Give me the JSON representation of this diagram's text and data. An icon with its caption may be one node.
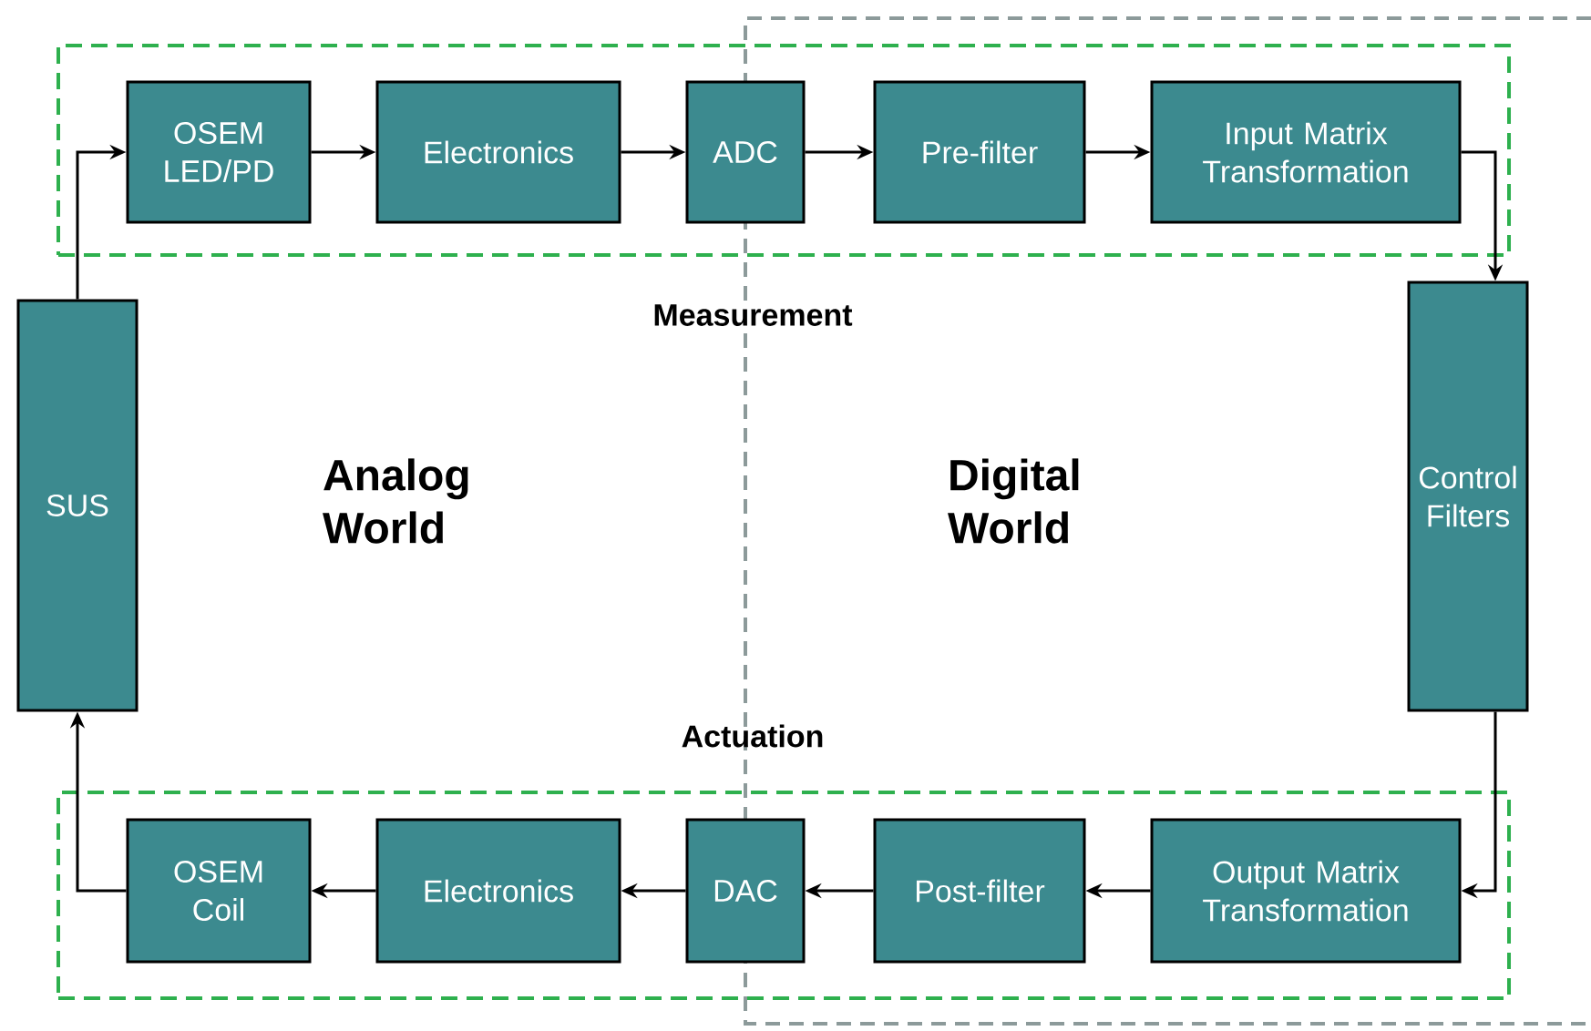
{
  "diagram": {
    "nodes": [
      {
        "text": [
          "Measurement"
        ]
      },
      {
        "text": [
          "OSEM LED/PD"
        ],
        "in": 0
      },
      {
        "text": [
          "Electronics"
        ],
        "in": 0
      },
      {
        "text": [
          "ADC"
        ],
        "in": 0
      },
      {
        "text": [
          "Pre-filter"
        ],
        "in": 0
      },
      {
        "text": [
          "Input Matrix Transformation"
        ],
        "in": 0
      },
      {
        "text": [
          "SUS"
        ]
      },
      {
        "text": [
          "Control Filters"
        ]
      },
      {
        "text": [
          "Actuation"
        ]
      },
      {
        "text": [
          "OSEM Coil"
        ],
        "in": 8
      },
      {
        "text": [
          "Electronics"
        ],
        "in": 8
      },
      {
        "text": [
          "DAC"
        ],
        "in": 8
      },
      {
        "text": [
          "Post-filter"
        ],
        "in": 8
      },
      {
        "text": [
          "Output Matrix Transformation"
        ],
        "in": 8
      }
    ],
    "edges": [
      {
        "from": 6,
        "to": 1,
        "arrow": "to"
      },
      {
        "from": 1,
        "to": 2,
        "arrow": "to"
      },
      {
        "from": 2,
        "to": 3,
        "arrow": "to"
      },
      {
        "from": 3,
        "to": 4,
        "arrow": "to"
      },
      {
        "from": 4,
        "to": 5,
        "arrow": "to"
      },
      {
        "from": 5,
        "to": 7,
        "arrow": "to"
      },
      {
        "from": 7,
        "to": 13,
        "arrow": "to"
      },
      {
        "from": 13,
        "to": 12,
        "arrow": "to"
      },
      {
        "from": 12,
        "to": 11,
        "arrow": "to"
      },
      {
        "from": 11,
        "to": 10,
        "arrow": "to"
      },
      {
        "from": 10,
        "to": 9,
        "arrow": "to"
      },
      {
        "from": 9,
        "to": 6,
        "arrow": "to"
      }
    ],
    "labels": [
      "Analog World",
      "Digital World"
    ]
  }
}
